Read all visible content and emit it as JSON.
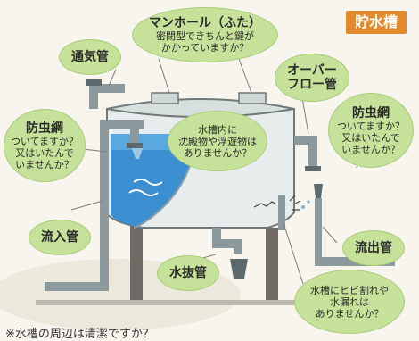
{
  "badge": "貯水槽",
  "labels": {
    "manhole_title": "マンホール（ふた）",
    "manhole_sub1": "密閉型できちんと鍵が",
    "manhole_sub2": "かかっていますか？",
    "vent": "通気管",
    "overflow1": "オーバー",
    "overflow2": "フロー管",
    "insect_left_title": "防虫網",
    "insect_left_1": "ついてますか？",
    "insect_left_2": "又はいたんで",
    "insect_left_3": "いませんか？",
    "insect_right_title": "防虫網",
    "insect_right_1": "ついてますか？",
    "insect_right_2": "又はいたんで",
    "insect_right_3": "いませんか？",
    "sediment1": "水槽内に",
    "sediment2": "沈殿物や浮遊物は",
    "sediment3": "ありませんか？",
    "inflow": "流入管",
    "drain": "水抜管",
    "outflow": "流出管",
    "crack1": "水槽にヒビ割れや",
    "crack2": "水漏れは",
    "crack3": "ありませんか？"
  },
  "footer": "※水槽の周辺は清潔ですか？"
}
